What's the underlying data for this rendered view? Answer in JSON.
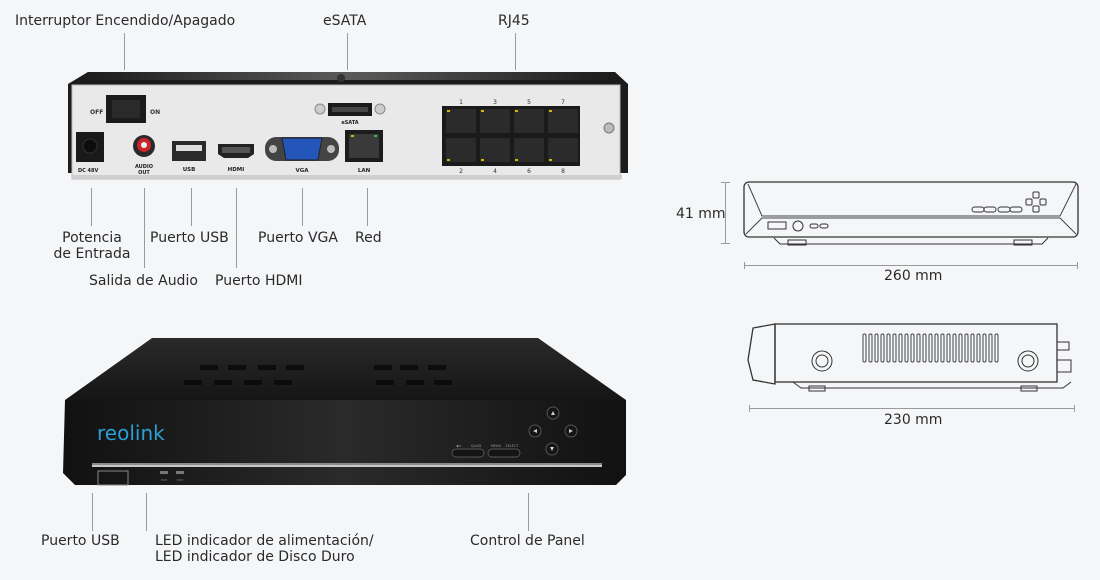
{
  "rear_callouts": {
    "power_switch": "Interruptor Encendido/Apagado",
    "esata": "eSATA",
    "rj45": "RJ45",
    "power_input_line1": "Potencia",
    "power_input_line2": "de Entrada",
    "audio_out": "Salida de Audio",
    "usb": "Puerto USB",
    "hdmi": "Puerto HDMI",
    "vga": "Puerto VGA",
    "network": "Red"
  },
  "rear_panel_labels": {
    "off": "OFF",
    "on": "ON",
    "dc": "DC 48V",
    "audio1": "AUDIO",
    "audio2": "OUT",
    "usb": "USB",
    "hdmi": "HDMI",
    "vga": "VGA",
    "lan": "LAN",
    "esata": "eSATA",
    "port_numbers_top": [
      "1",
      "3",
      "5",
      "7"
    ],
    "port_numbers_bottom": [
      "2",
      "4",
      "6",
      "8"
    ]
  },
  "front_callouts": {
    "usb": "Puerto USB",
    "led_line1": "LED indicador de alimentación/",
    "led_line2": "LED indicador de Disco Duro",
    "panel": "Control de Panel"
  },
  "front_panel": {
    "brand": "reolink",
    "brand_color": "#2a9fd6",
    "led1": "PWR",
    "led2": "HDD",
    "btn_play": "▶⏸",
    "btn_quad": "QUAD",
    "btn_menu": "MENU",
    "btn_select": "SELECT"
  },
  "dimensions": {
    "height": "41 mm",
    "width": "260 mm",
    "depth": "230 mm"
  }
}
